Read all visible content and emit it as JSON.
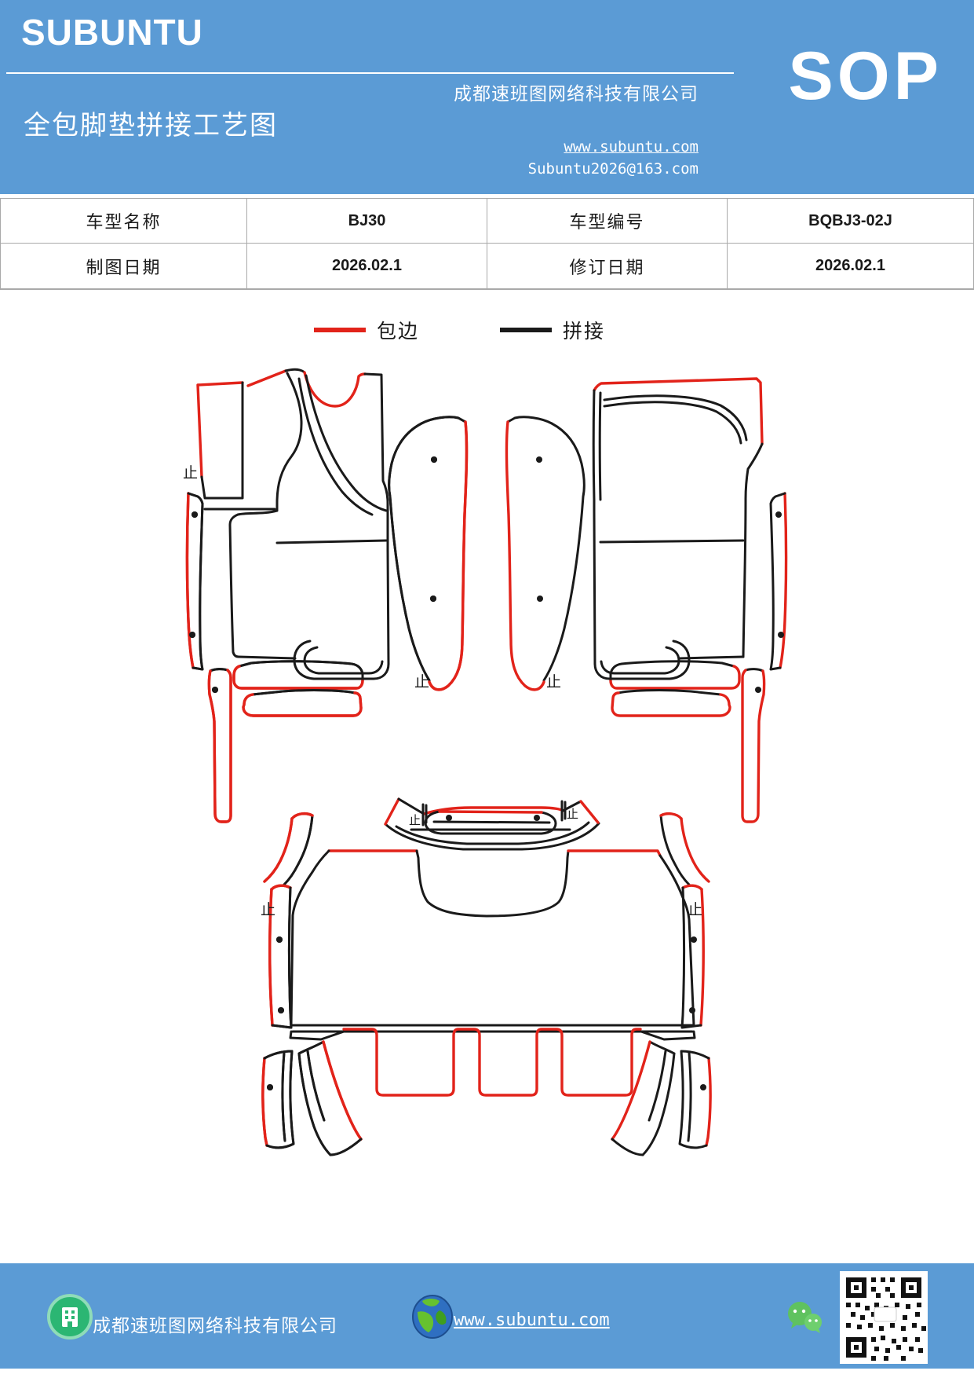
{
  "colors": {
    "brand_blue": "#5b9bd5",
    "edge_red": "#e2231a",
    "splice_black": "#1a1a1a"
  },
  "header": {
    "brand": "SUBUNTU",
    "title": "全包脚垫拼接工艺图",
    "company": "成都速班图网络科技有限公司",
    "website": "www.subuntu.com",
    "email": "Subuntu2026@163.com",
    "doc_type": "SOP"
  },
  "info_table": {
    "rows": [
      [
        "车型名称",
        "BJ30",
        "车型编号",
        "BQBJ3-02J"
      ],
      [
        "制图日期",
        "2026.02.1",
        "修订日期",
        "2026.02.1"
      ]
    ]
  },
  "legend": {
    "items": [
      {
        "label": "包边",
        "color": "#e2231a"
      },
      {
        "label": "拼接",
        "color": "#1a1a1a"
      }
    ]
  },
  "diagram": {
    "stop_marker": "止"
  },
  "footer": {
    "company": "成都速班图网络科技有限公司",
    "website": "www.subuntu.com"
  }
}
